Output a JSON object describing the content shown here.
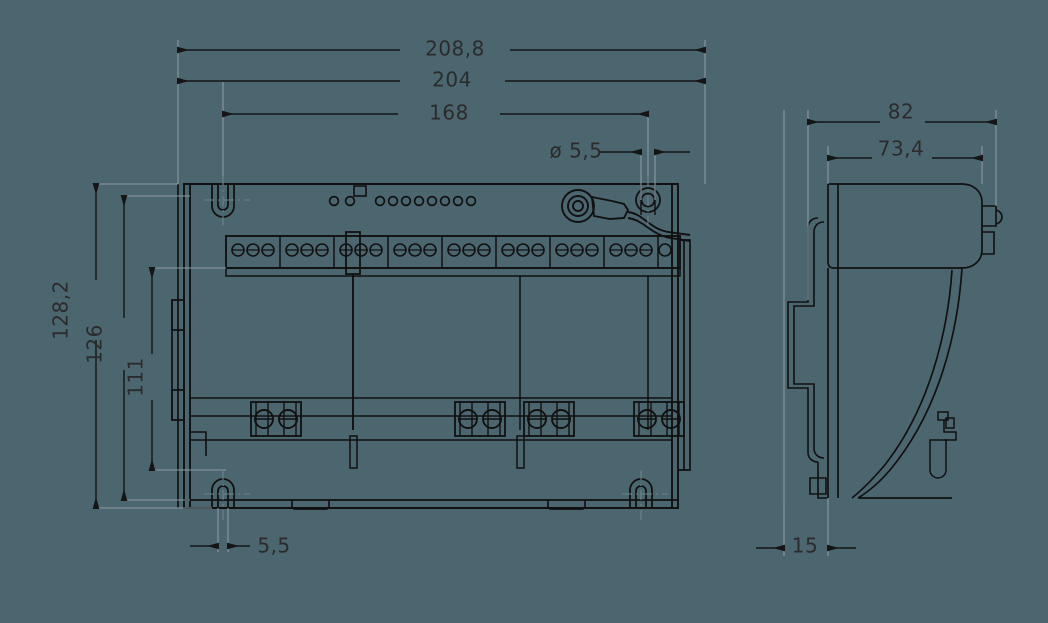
{
  "drawing": {
    "type": "mechanical-dimension-drawing",
    "background_color": "#4c6670",
    "line_color": "#111111",
    "dimension_line_color": "#1a1a1a",
    "text_color": "#2b2b2b",
    "views": [
      {
        "name": "front-view",
        "position": "left"
      },
      {
        "name": "side-view",
        "position": "right"
      }
    ]
  },
  "dimensions": {
    "front": {
      "overall_width": "208,8",
      "mount_width": "204",
      "hole_spacing": "168",
      "hole_diameter": "ø 5,5",
      "overall_height": "128,2",
      "body_height": "126",
      "inner_height": "111",
      "slot_width": "5,5"
    },
    "side": {
      "overall_depth": "82",
      "body_depth": "73,4",
      "clip_offset": "15"
    }
  },
  "labels": {
    "d_208_8": "208,8",
    "d_204": "204",
    "d_168": "168",
    "d_dia_5_5": "ø 5,5",
    "d_128_2": "128,2",
    "d_126": "126",
    "d_111": "111",
    "d_5_5": "5,5",
    "d_82": "82",
    "d_73_4": "73,4",
    "d_15": "15"
  },
  "features": {
    "front": {
      "led_group_1_count": 2,
      "led_group_2_count": 8,
      "terminal_strip_top": "screw-terminal-row",
      "terminal_blocks_bottom": 4,
      "antenna_connector": "coaxial-connector",
      "mounting_slots": 2
    },
    "side": {
      "din_rail_clip": "din-clip-profile",
      "sloped_front_face": true,
      "connector_tab": "terminal-tab"
    }
  }
}
